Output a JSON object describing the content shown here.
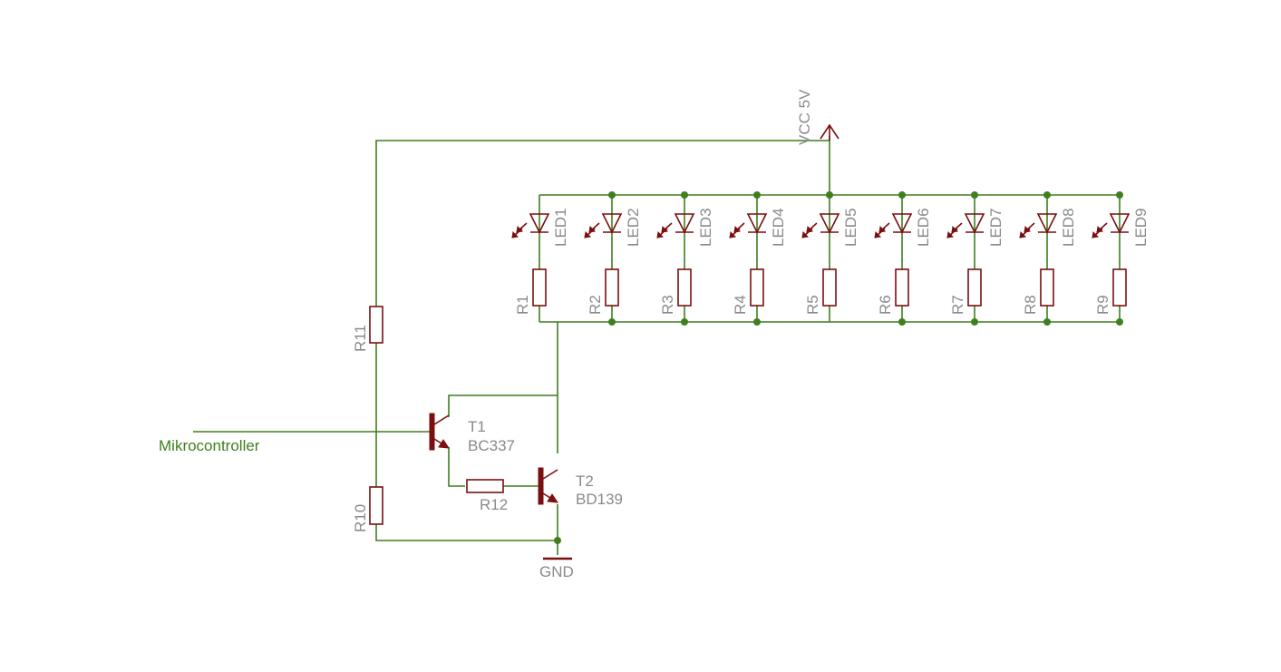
{
  "power": {
    "vcc_label": "VCC 5V",
    "gnd_label": "GND"
  },
  "net_labels": {
    "input": "Mikrocontroller"
  },
  "leds": [
    "LED1",
    "LED2",
    "LED3",
    "LED4",
    "LED5",
    "LED6",
    "LED7",
    "LED8",
    "LED9"
  ],
  "led_resistors": [
    "R1",
    "R2",
    "R3",
    "R4",
    "R5",
    "R6",
    "R7",
    "R8",
    "R9"
  ],
  "other_resistors": {
    "r10": "R10",
    "r11": "R11",
    "r12": "R12"
  },
  "transistors": {
    "t1": {
      "name": "T1",
      "type": "BC337"
    },
    "t2": {
      "name": "T2",
      "type": "BD139"
    }
  },
  "colors": {
    "wire": "#3f7f1f",
    "part": "#7a0f0f",
    "label": "#8a8a8a"
  }
}
